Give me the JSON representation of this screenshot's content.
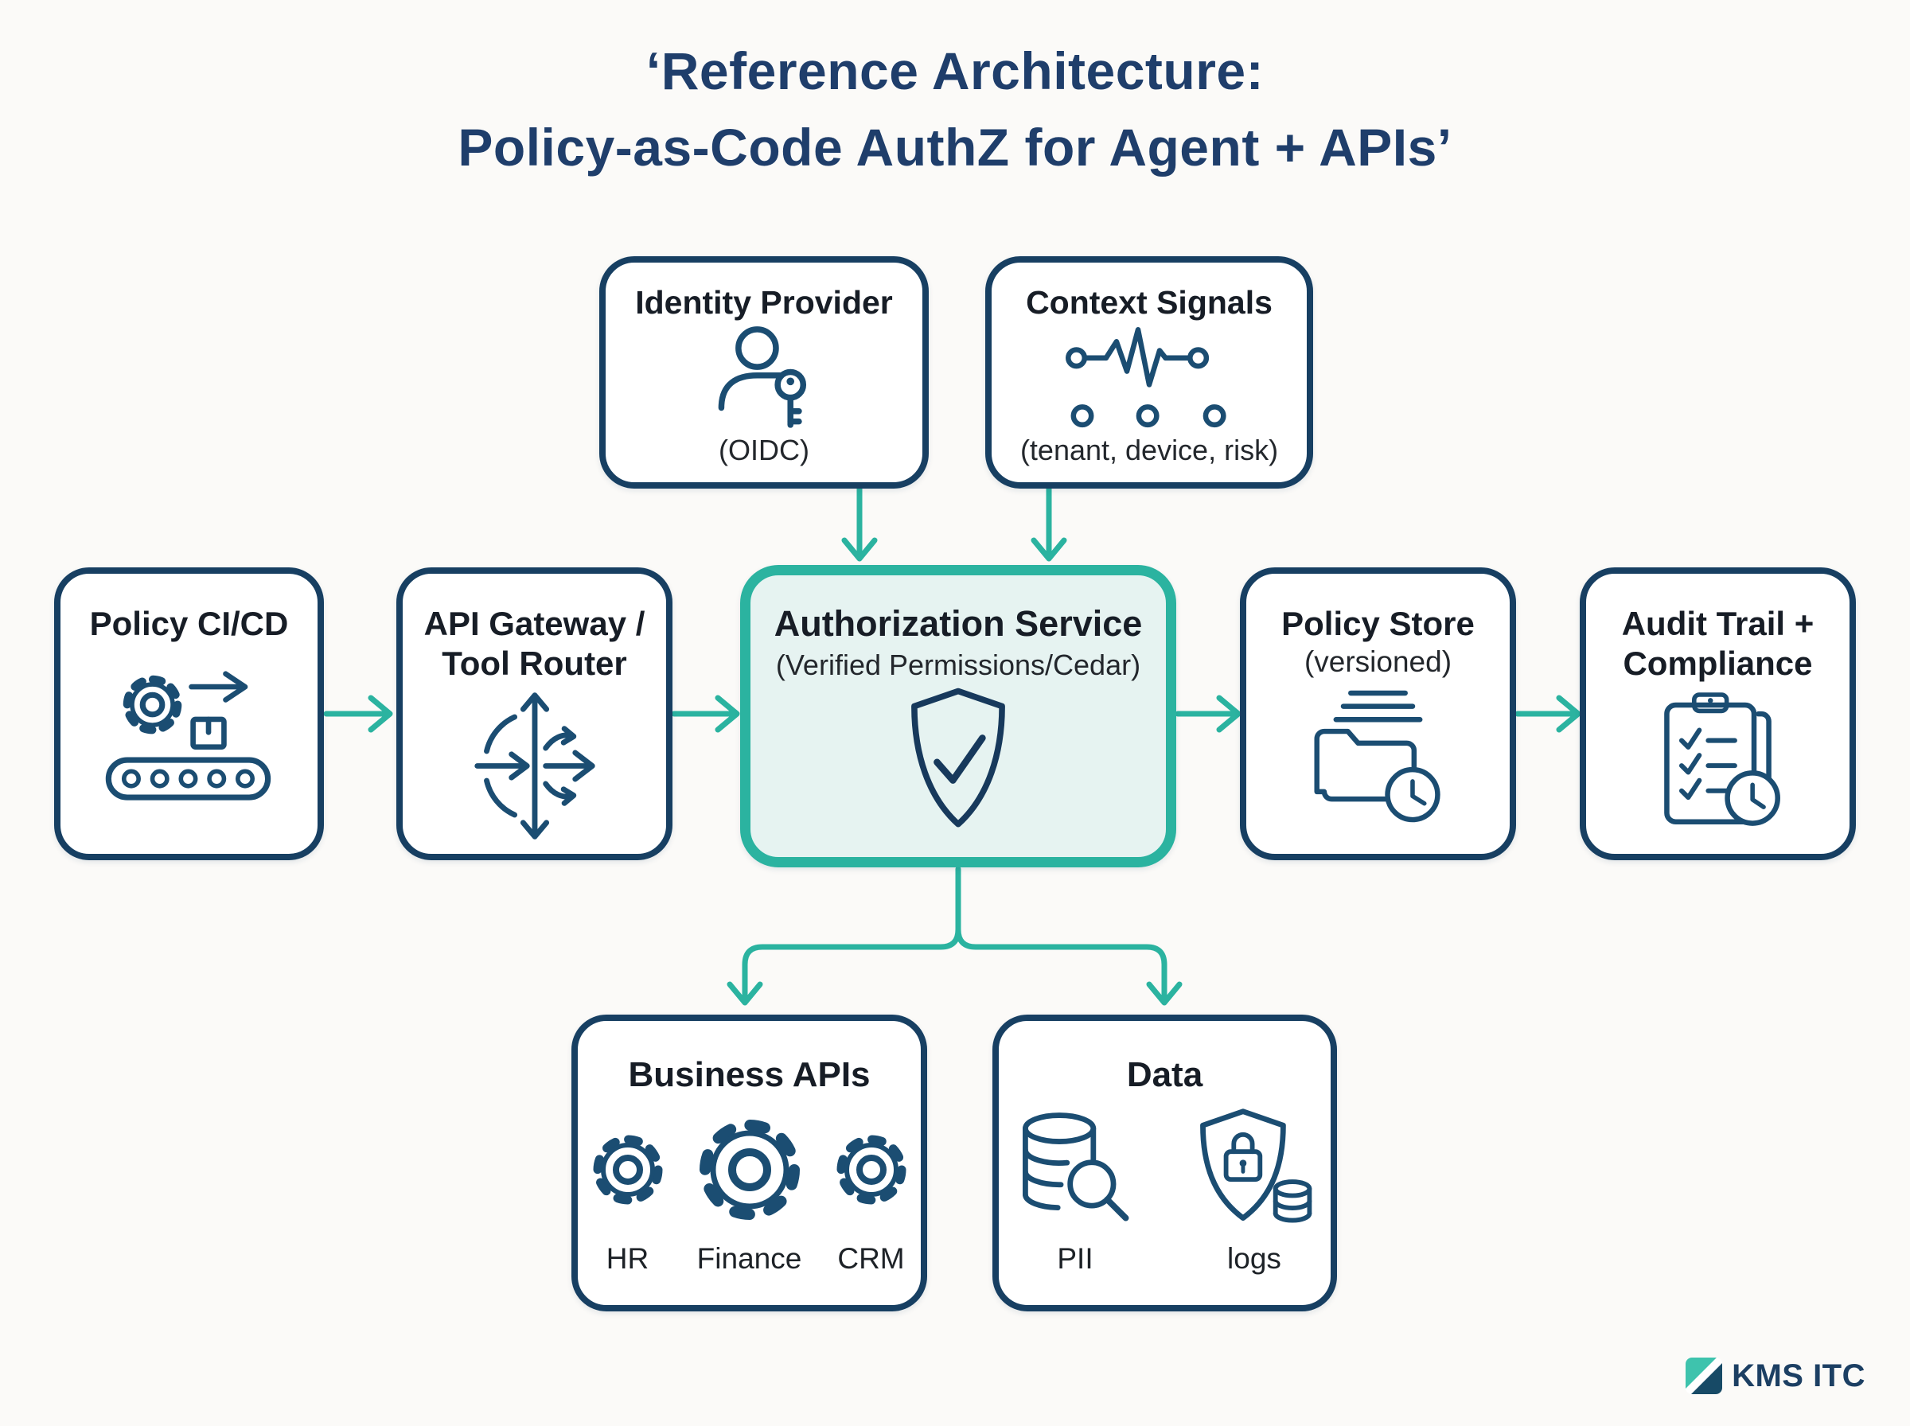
{
  "title": {
    "line1": "‘Reference Architecture:",
    "line2": "Policy-as-Code AuthZ for Agent + APIs’"
  },
  "nodes": {
    "identity_provider": {
      "title": "Identity Provider",
      "subtitle": "(OIDC)",
      "icon": "user-key-icon"
    },
    "context_signals": {
      "title": "Context Signals",
      "subtitle": "(tenant, device, risk)",
      "icon": "pulse-signal-icon"
    },
    "policy_cicd": {
      "title": "Policy CI/CD",
      "icon": "pipeline-gear-icon"
    },
    "api_gateway": {
      "title_line1": "API Gateway /",
      "title_line2": "Tool Router",
      "icon": "route-arrows-icon"
    },
    "authorization_service": {
      "title": "Authorization Service",
      "subtitle": "(Verified Permissions/Cedar)",
      "icon": "shield-check-icon"
    },
    "policy_store": {
      "title": "Policy Store",
      "subtitle": "(versioned)",
      "icon": "folders-clock-icon"
    },
    "audit_trail": {
      "title_line1": "Audit Trail +",
      "title_line2": "Compliance",
      "icon": "clipboard-clock-icon"
    },
    "business_apis": {
      "title": "Business APIs",
      "items": [
        "HR",
        "Finance",
        "CRM"
      ],
      "icon": "gears-icon"
    },
    "data": {
      "title": "Data",
      "items": [
        "PII",
        "logs"
      ],
      "icons": [
        "database-search-icon",
        "shield-lock-icon"
      ]
    }
  },
  "footer": {
    "brand": "KMS ITC"
  },
  "colors": {
    "background": "#fbfaf8",
    "title_navy": "#1f3e6b",
    "box_border_navy": "#173f62",
    "icon_navy": "#1b4d72",
    "teal_accent": "#2bb3a0",
    "auth_fill": "#e6f3f1",
    "text_dark": "#171d26",
    "logo_teal": "#3ec3ad",
    "logo_navy": "#174a66"
  }
}
